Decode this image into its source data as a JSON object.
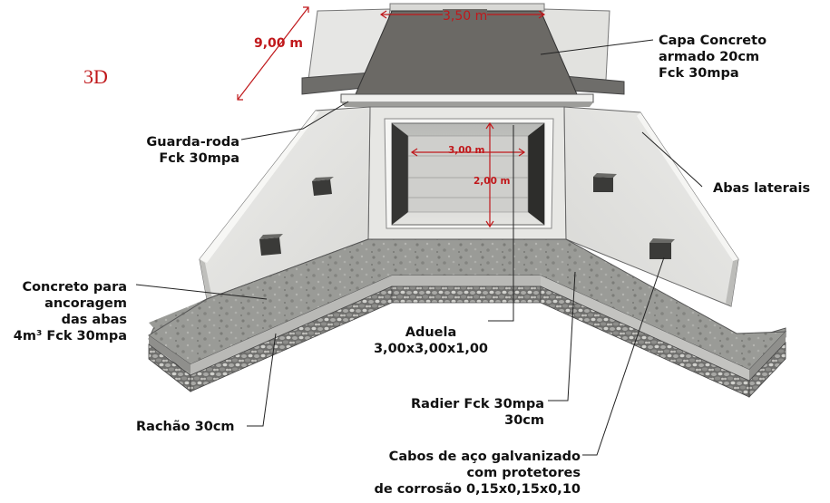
{
  "view_tag": "3D",
  "colors": {
    "dimension": "#c0181b",
    "concrete_light": "#e4e4e2",
    "concrete_dark": "#8e8f8b",
    "road_surface": "#6b6965",
    "gravel": "#7a7a78",
    "leader": "#222222"
  },
  "dimensions": {
    "top_width": "3,50 m",
    "length": "9,00 m",
    "inner_width": "3,00 m",
    "inner_height": "2,00 m"
  },
  "labels": {
    "capa": [
      "Capa Concreto",
      "armado 20cm",
      "Fck 30mpa"
    ],
    "guarda": [
      "Guarda-roda",
      "Fck 30mpa"
    ],
    "abas": [
      "Abas laterais"
    ],
    "concreto": [
      "Concreto para",
      "ancoragem",
      "das abas",
      "4m³ Fck 30mpa"
    ],
    "aduela": [
      "Aduela",
      "3,00x3,00x1,00"
    ],
    "radier": [
      "Radier Fck 30mpa",
      "30cm"
    ],
    "rachao": [
      "Rachão 30cm"
    ],
    "cabos": [
      "Cabos de aço galvanizado",
      "com protetores",
      "de corrosão 0,15x0,15x0,10"
    ]
  }
}
